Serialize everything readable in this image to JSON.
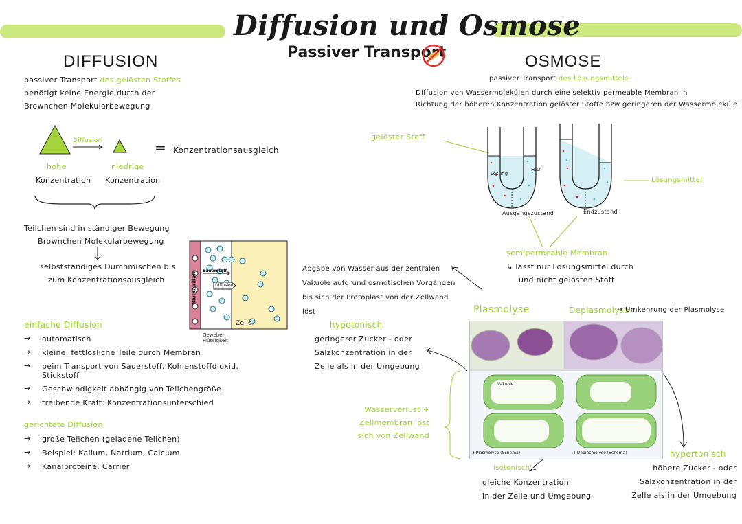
{
  "title": "Diffusion und Osmose",
  "subtitle": "Passiver Transport",
  "diffusion": {
    "heading": "DIFFUSION",
    "intro": [
      "passiver Transport",
      "des gelösten Stoffes"
    ],
    "intro2": "benötigt keine Energie durch der",
    "intro3": "Brownchen Molekularbewegung",
    "arrow_label": "Diffusion",
    "high_label": "hohe",
    "high_text": "Konzentration",
    "low_label": "niedrige",
    "low_text": "Konzentration",
    "equals": "=",
    "result": "Konzentrationsausgleich",
    "particles1": "Teilchen sind in ständiger Bewegung",
    "particles2": "Brownchen Molekularbewegung",
    "mix1": "selbstständiges Durchmischen bis",
    "mix2": "zum Konzentrationsausgleich",
    "diagram": {
      "capillary": "Blutkapillare",
      "oxygen": "Sauerstoff",
      "diff": "Diffusion",
      "cell": "Zelle",
      "fluid1": "Gewebe-",
      "fluid2": "Flüssigkeit"
    },
    "simple_heading": "einfache Diffusion",
    "simple_items": [
      "automatisch",
      "kleine, fettlösliche Teile durch Membran",
      "beim Transport von Sauerstoff, Kohlenstoffdioxid, Stickstoff",
      "Geschwindigkeit abhängig von Teilchengröße",
      "treibende Kraft: Konzentrationsunterschied"
    ],
    "directed_heading": "gerichtete Diffusion",
    "directed_items": [
      "große Teilchen (geladene Teilchen)",
      "Beispiel: Kalium, Natrium, Calcium",
      "Kanalproteine, Carrier"
    ]
  },
  "osmose": {
    "heading": "OSMOSE",
    "intro": [
      "passiver Transport",
      "des Lösungsmittels"
    ],
    "desc1": "Diffusion von Wassermolekülen durch eine selektiv permeable Membran in",
    "desc2": "Richtung der höheren Konzentration gelöster Stoffe bzw geringeren der Wassermoleküle",
    "solute_label": "gelöster Stoff",
    "solvent_label": "Lösungsmittel",
    "loesung": "Lösung",
    "h2o": "H₂O",
    "start": "Ausgangszustand",
    "end": "Endzustand",
    "membrane_heading": "semipermeable Membran",
    "membrane1": "↳ lässt nur Lösungsmittel durch",
    "membrane2": "und nicht gelösten Stoff",
    "vacuole": [
      "Abgabe von Wasser aus der zentralen",
      "Vakuole aufgrund osmotischen Vorgängen",
      "bis sich der Protoplast von der Zellwand",
      "löst"
    ],
    "hypo_heading": "hypotonisch",
    "hypo": [
      "geringerer Zucker - oder",
      "Salzkonzentration in der",
      "Zelle als in der Umgebung"
    ],
    "plasmolyse": "Plasmolyse",
    "deplasmolyse": "Deplasmolyse",
    "deplas_note": "→ Umkehrung der Plasmolyse",
    "waterloss": [
      "Wasserverlust +",
      "Zellmembran löst",
      "sich von Zellwand"
    ],
    "iso_heading": "isotonisch",
    "iso": [
      "gleiche Konzentration",
      "in der Zelle und Umgebung"
    ],
    "hyper_heading": "hypertonisch",
    "hyper": [
      "höhere Zucker - oder",
      "Salzkonzentration in der",
      "Zelle als in der Umgebung"
    ],
    "schema1": "3 Plasmolyse (Schema)",
    "schema2": "4 Deplasmolyse (Schema)",
    "vakuole": "Vakuole"
  },
  "colors": {
    "accent": "#9bd12e",
    "bar": "#cde87f",
    "triangle": "#a6d53b",
    "cell": "#fbefb8",
    "capillary": "#d9849b",
    "purple": "#8a4f94"
  }
}
